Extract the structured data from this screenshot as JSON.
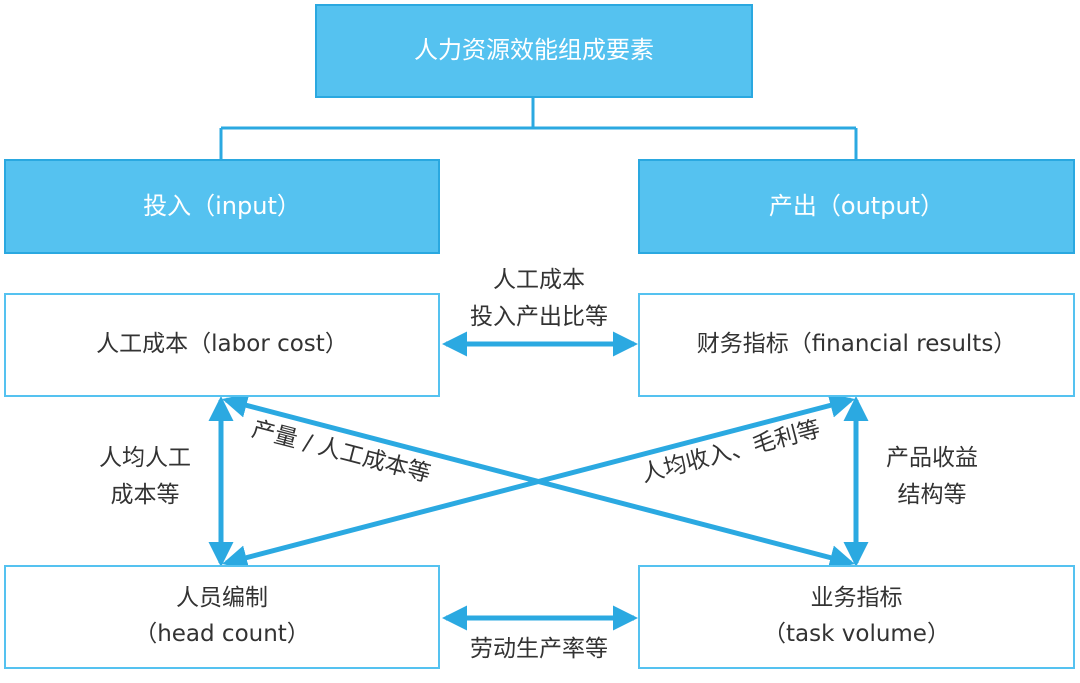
{
  "colors": {
    "fill": "#55c2f0",
    "border": "#2aa8e0",
    "arrow": "#2ba9e1",
    "text": "#333333"
  },
  "nodes": {
    "root": "人力资源效能组成要素",
    "input": "投入（input）",
    "output": "产出（output）",
    "labor_cost": "人工成本（labor cost）",
    "financial": "财务指标（financial results）",
    "headcount": [
      "人员编制",
      "（head count）"
    ],
    "task_volume": [
      "业务指标",
      "（task volume）"
    ]
  },
  "edge_labels": {
    "cost_to_financial": [
      "人工成本",
      "投入产出比等"
    ],
    "cost_to_headcount": [
      "人均人工",
      "成本等"
    ],
    "financial_to_task": [
      "产品收益",
      "结构等"
    ],
    "diag_cost_task": "产量 / 人工成本等",
    "diag_headcount_financial": "人均收入、毛利等",
    "headcount_to_task": "劳动生产率等"
  }
}
